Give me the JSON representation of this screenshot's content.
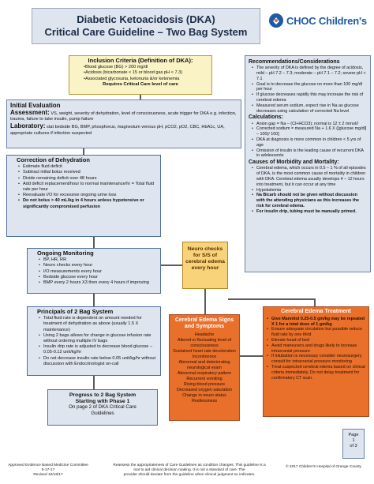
{
  "header": {
    "title_line1": "Diabetic Ketoacidosis (DKA)",
    "title_line2": "Critical Care Guideline – Two Bag System",
    "logo_text": "CHOC Children's"
  },
  "inclusion": {
    "title": "Inclusion Criteria (Definition of DKA):",
    "items": [
      "Blood glucose (BG) > 200 mg/dl",
      "Acidosis (bicarbonate < 15 or blood gas pH < 7.3)",
      "Associated glycosuria, ketonuria &/or ketonemia"
    ],
    "required": "Requires Critical Care level of care"
  },
  "evaluation": {
    "title": "Initial Evaluation",
    "assessment_label": "Assessment:",
    "assessment_text": "VS, weight, severity of dehydration, level of consciousness, acute trigger for DKA e.g. infection, trauma, failure to take insulin, pump failure",
    "lab_label": "Laboratory:",
    "lab_text": "stat bedside BG, BMP, phosphorus, magnesium venous pH, pCO2, pO2, CBC, HbA1c, UA, appropriate cultures if infection suspected"
  },
  "dehydration": {
    "title": "Correction of Dehydration",
    "items": [
      "Estimate fluid deficit",
      "Subtract initial bolus received",
      "Divide remaining deficit over 48 hours",
      "Add deficit replacement/hour to normal maintenance/hr = Total fluid rate per hour",
      "Reevaluate I/O for excessive ongoing urine loss",
      "Do not bolus > 40 mL/kg in 4 hours unless hypotensive or significantly compromised perfusion"
    ]
  },
  "monitoring": {
    "title": "Ongoing Monitoring",
    "items": [
      "BP, HR, RR",
      "Neuro checks every hour",
      "I/O measurements every hour",
      "Bedside glucose every hour",
      "BMP every 2 hours X3 then every 4 hours if improving"
    ]
  },
  "principles": {
    "title": "Principals of 2 Bag System",
    "items": [
      "Total fluid rate is dependent on amount needed for treatment of dehydration as above (usually 1.5 X maintenance)",
      "Using 2 bags allows for change in glucose infusion rate without ordering multiple IV bags",
      "Insulin drip rate is adjusted to decrease blood glucose – 0.05-0.12 unit/kg/hr",
      "Do not decrease insulin rate below 0.05 unit/kg/hr without discussion with Endocrinologist on-call"
    ]
  },
  "progress": {
    "line1": "Progress to 2 Bag System",
    "line2": "Starting with Phase 1",
    "line3": "On page 2 of DKA Critical Care",
    "line4": "Guidelines"
  },
  "recommendations": {
    "title": "Recommendations/Considerations",
    "items": [
      "The severity of DKA is defined by the degree of acidosis, mild – pH 7.2 – 7.3; moderate – pH 7.1 – 7.2; severe pH < 7.1",
      "Goal is to decrease the glucose no more than 100 mg/dl per hour",
      "If glucose decreases rapidly this may increase the risk of cerebral edema",
      "Measured serum sodium, expect rise in Na as glucose decreases using calculation of corrected Na level"
    ],
    "calc_title": "Calculations:",
    "calc_items": [
      "Anion gap = Na – (Cl+HCO3); normal is 12 ± 2 mmol/l",
      "Corrected sodium = measured Na + 1.6 X ([glucose mg/dl] – 100)/ 100]",
      "DKA at diagnosis is more common in children < 5 yrs of age",
      "Omission of insulin is the leading cause of recurrent DKA in adolescents"
    ],
    "causes_title": "Causes of Morbidity and Mortality:",
    "causes_items": [
      "Cerebral edema, which occurs in 0.5 – 1 % of all episodes of DKA, is the most common cause of mortality in children with DKA. Cerebral edema usually develops 4 – 12 hours into treatment, but it can occur at any time",
      "Hypokalemia",
      "Na Bicarb should not be given without discussion with the attending physicians as this increases the risk for cerebral edema.",
      "For insulin drip, tubing must be manually primed."
    ]
  },
  "neuro_box": {
    "line1": "Neuro checks",
    "line2": "for S/S of",
    "line3": "cerebral edema",
    "line4": "every hour"
  },
  "signs": {
    "title": "Cerebral Edema Signs and Symptoms",
    "items": [
      "Headache",
      "Altered or fluctuating level of consciousness",
      "Sustained heart rate deceleration",
      "Incontinence",
      "Abnormal and deteriorating neurological exam",
      "Abnormal respiratory pattern",
      "Recurrent vomiting",
      "Rising blood pressure",
      "Decreased oxygen saturation",
      "Change in neuro status",
      "Restlessness"
    ]
  },
  "treatment": {
    "title": "Cerebral Edema Treatment",
    "items": [
      "Give Mannitol 0.25-0.5 gm/kg may be repeated X 1 for a total dose of 1 gm/kg",
      "Ensure adequate circulation but possible reduce fluid rate by one third",
      "Elevate head of bed",
      "Avoid maneuvers and drugs likely to increase intracranial pressure",
      "If intubation is necessary consider neurosurgery consult for intracranial pressure monitoring",
      "Treat suspected cerebral edema based on clinical criteria immediately. Do not delay treatment for confirmatory CT scan."
    ]
  },
  "page_box": {
    "line1": "Page",
    "line2": "1",
    "line3": "of 3"
  },
  "footer": {
    "left1": "Approved Evidence Based Medicine Committee",
    "left2": "5-17-17",
    "left3": "Revised 10/18/17",
    "center1": "Reassess the appropriateness of Care Guidelines as condition changes. This guideline is a tool to aid clinical decision making. It is not a standard of care. The",
    "center2": "provider should deviate from the guideline when clinical judgment so indicates.",
    "right": "© 2017 Children's Hospital of Orange County"
  },
  "colors": {
    "blue_box": "#dfe5ee",
    "yellow_box": "#f9f3c6",
    "orange_box": "#e8702a",
    "neuro_box": "#f7d37a",
    "brand": "#1d5aa6"
  }
}
